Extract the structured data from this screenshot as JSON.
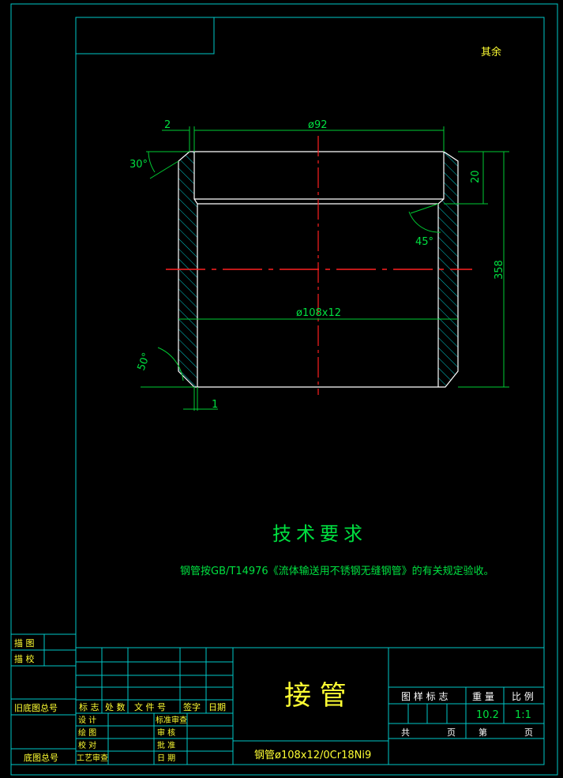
{
  "drawing": {
    "surface_note": "其余",
    "dimensions": {
      "top_width": "ø92",
      "chamfer_top_offset": "2",
      "top_angle": "30°",
      "inner_depth": "20",
      "inner_angle": "45°",
      "total_height": "358",
      "pipe_size": "ø108x12",
      "bottom_angle": "50°",
      "bottom_offset": "1"
    },
    "tech_req_title": "技术要求",
    "tech_req_text": "钢管按GB/T14976《流体输送用不锈钢无缝钢管》的有关规定验收。"
  },
  "side_strip": {
    "miaotu": "描 图",
    "miaojiao": "描 校",
    "old_base_no": "旧底图总号",
    "base_no": "底图总号"
  },
  "title_block": {
    "part_name": "接   管",
    "material": "钢管ø108x12/0Cr18Ni9",
    "rev_headers": [
      "标 志",
      "处 数",
      "文 件 号",
      "签字",
      "日期"
    ],
    "left_labels": [
      "设  计",
      "绘  图",
      "校  对",
      "工艺审查"
    ],
    "right_labels": [
      "标准审查",
      "审  核",
      "批  准",
      "日  期"
    ],
    "pattern_mark": "图 样 标 志",
    "weight_label": "重 量",
    "scale_label": "比 例",
    "weight": "10.2",
    "scale": "1:1",
    "total_label": "共",
    "page_label": "页",
    "sheet_label": "第",
    "page_label2": "页"
  },
  "colors": {
    "frame": "#00c8c8",
    "outline": "#ffffff",
    "dimension": "#00cc33",
    "centerline": "#ff2020",
    "text_green": "#00e040",
    "text_yellow": "#ffff33"
  }
}
